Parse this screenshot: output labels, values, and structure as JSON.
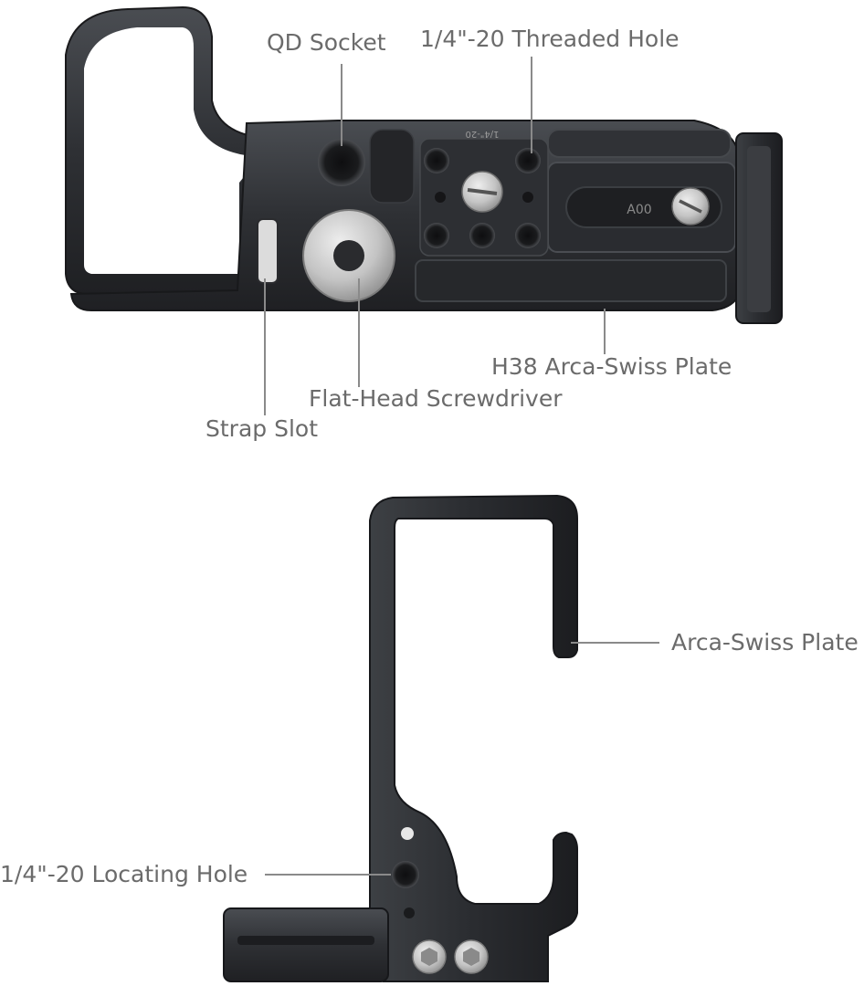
{
  "callouts": {
    "qd_socket": "QD Socket",
    "threaded_hole": "1/4\"-20 Threaded Hole",
    "arca_plate_h38": "H38 Arca-Swiss Plate",
    "screwdriver": "Flat-Head Screwdriver",
    "strap_slot": "Strap Slot",
    "arca_plate": "Arca-Swiss Plate",
    "locating_hole": "1/4\"-20 Locating Hole"
  },
  "engravings": {
    "plate_marking": "1/4\"-20",
    "clamp_marking": "A00"
  },
  "colors": {
    "metal_dark": "#2b2d30",
    "metal_mid": "#3a3c40",
    "metal_light": "#55585d",
    "screw_silver": "#c9c9c9",
    "leader_line": "#8a8a8a",
    "label_text": "#6b6b6b",
    "background": "#ffffff"
  }
}
